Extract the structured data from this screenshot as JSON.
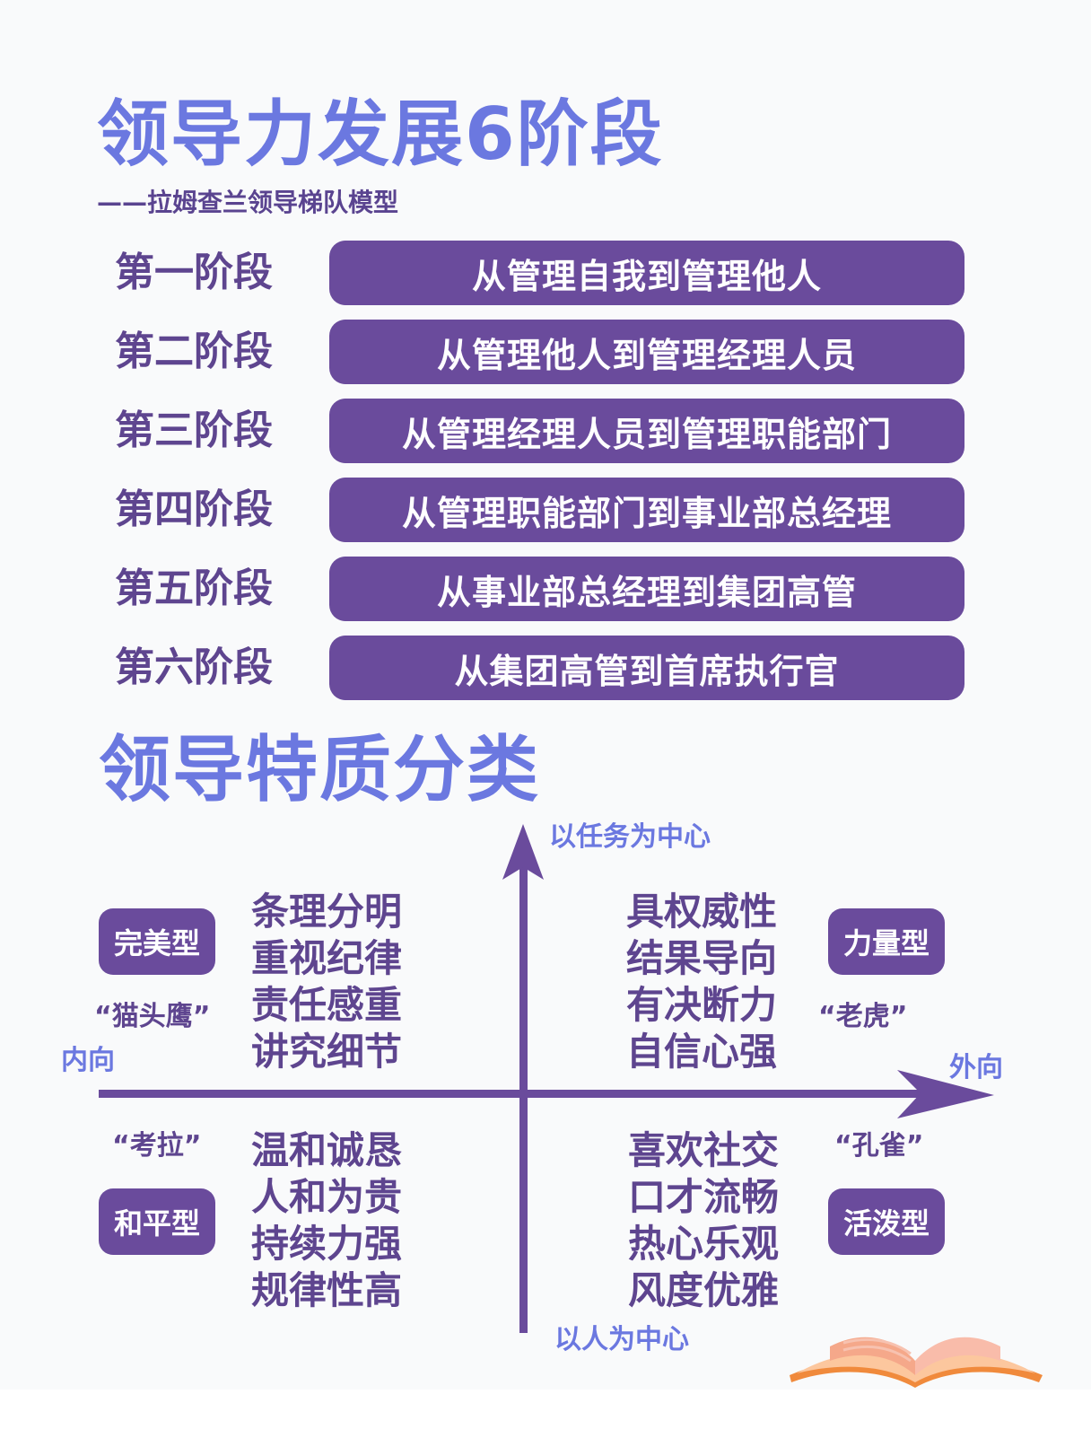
{
  "header": {
    "title": "领导力发展6阶段",
    "subtitle": "——拉姆查兰领导梯队模型"
  },
  "stages": [
    {
      "label": "第一阶段",
      "description": "从管理自我到管理他人"
    },
    {
      "label": "第二阶段",
      "description": "从管理他人到管理经理人员"
    },
    {
      "label": "第三阶段",
      "description": "从管理经理人员到管理职能部门"
    },
    {
      "label": "第四阶段",
      "description": "从管理职能部门到事业部总经理"
    },
    {
      "label": "第五阶段",
      "description": "从事业部总经理到集团高管"
    },
    {
      "label": "第六阶段",
      "description": "从集团高管到首席执行官"
    }
  ],
  "traits_section": {
    "title": "领导特质分类",
    "axes": {
      "top": "以任务为中心",
      "bottom": "以人为中心",
      "left": "内向",
      "right": "外向"
    },
    "quadrants": {
      "top_left": {
        "type": "完美型",
        "nickname": "“猫头鹰”",
        "traits": [
          "条理分明",
          "重视纪律",
          "责任感重",
          "讲究细节"
        ]
      },
      "top_right": {
        "type": "力量型",
        "nickname": "“老虎”",
        "traits": [
          "具权威性",
          "结果导向",
          "有决断力",
          "自信心强"
        ]
      },
      "bottom_left": {
        "type": "和平型",
        "nickname": "“考拉”",
        "traits": [
          "温和诚恳",
          "人和为贵",
          "持续力强",
          "规律性高"
        ]
      },
      "bottom_right": {
        "type": "活泼型",
        "nickname": "“孔雀”",
        "traits": [
          "喜欢社交",
          "口才流畅",
          "热心乐观",
          "风度优雅"
        ]
      }
    }
  },
  "decorations": {
    "book_icon": "open-book-icon"
  },
  "colors": {
    "title_blue": "#6b78e0",
    "bar_purple": "#6a4b9c",
    "text_purple": "#5e458f",
    "book_orange": "#f08a3c"
  }
}
